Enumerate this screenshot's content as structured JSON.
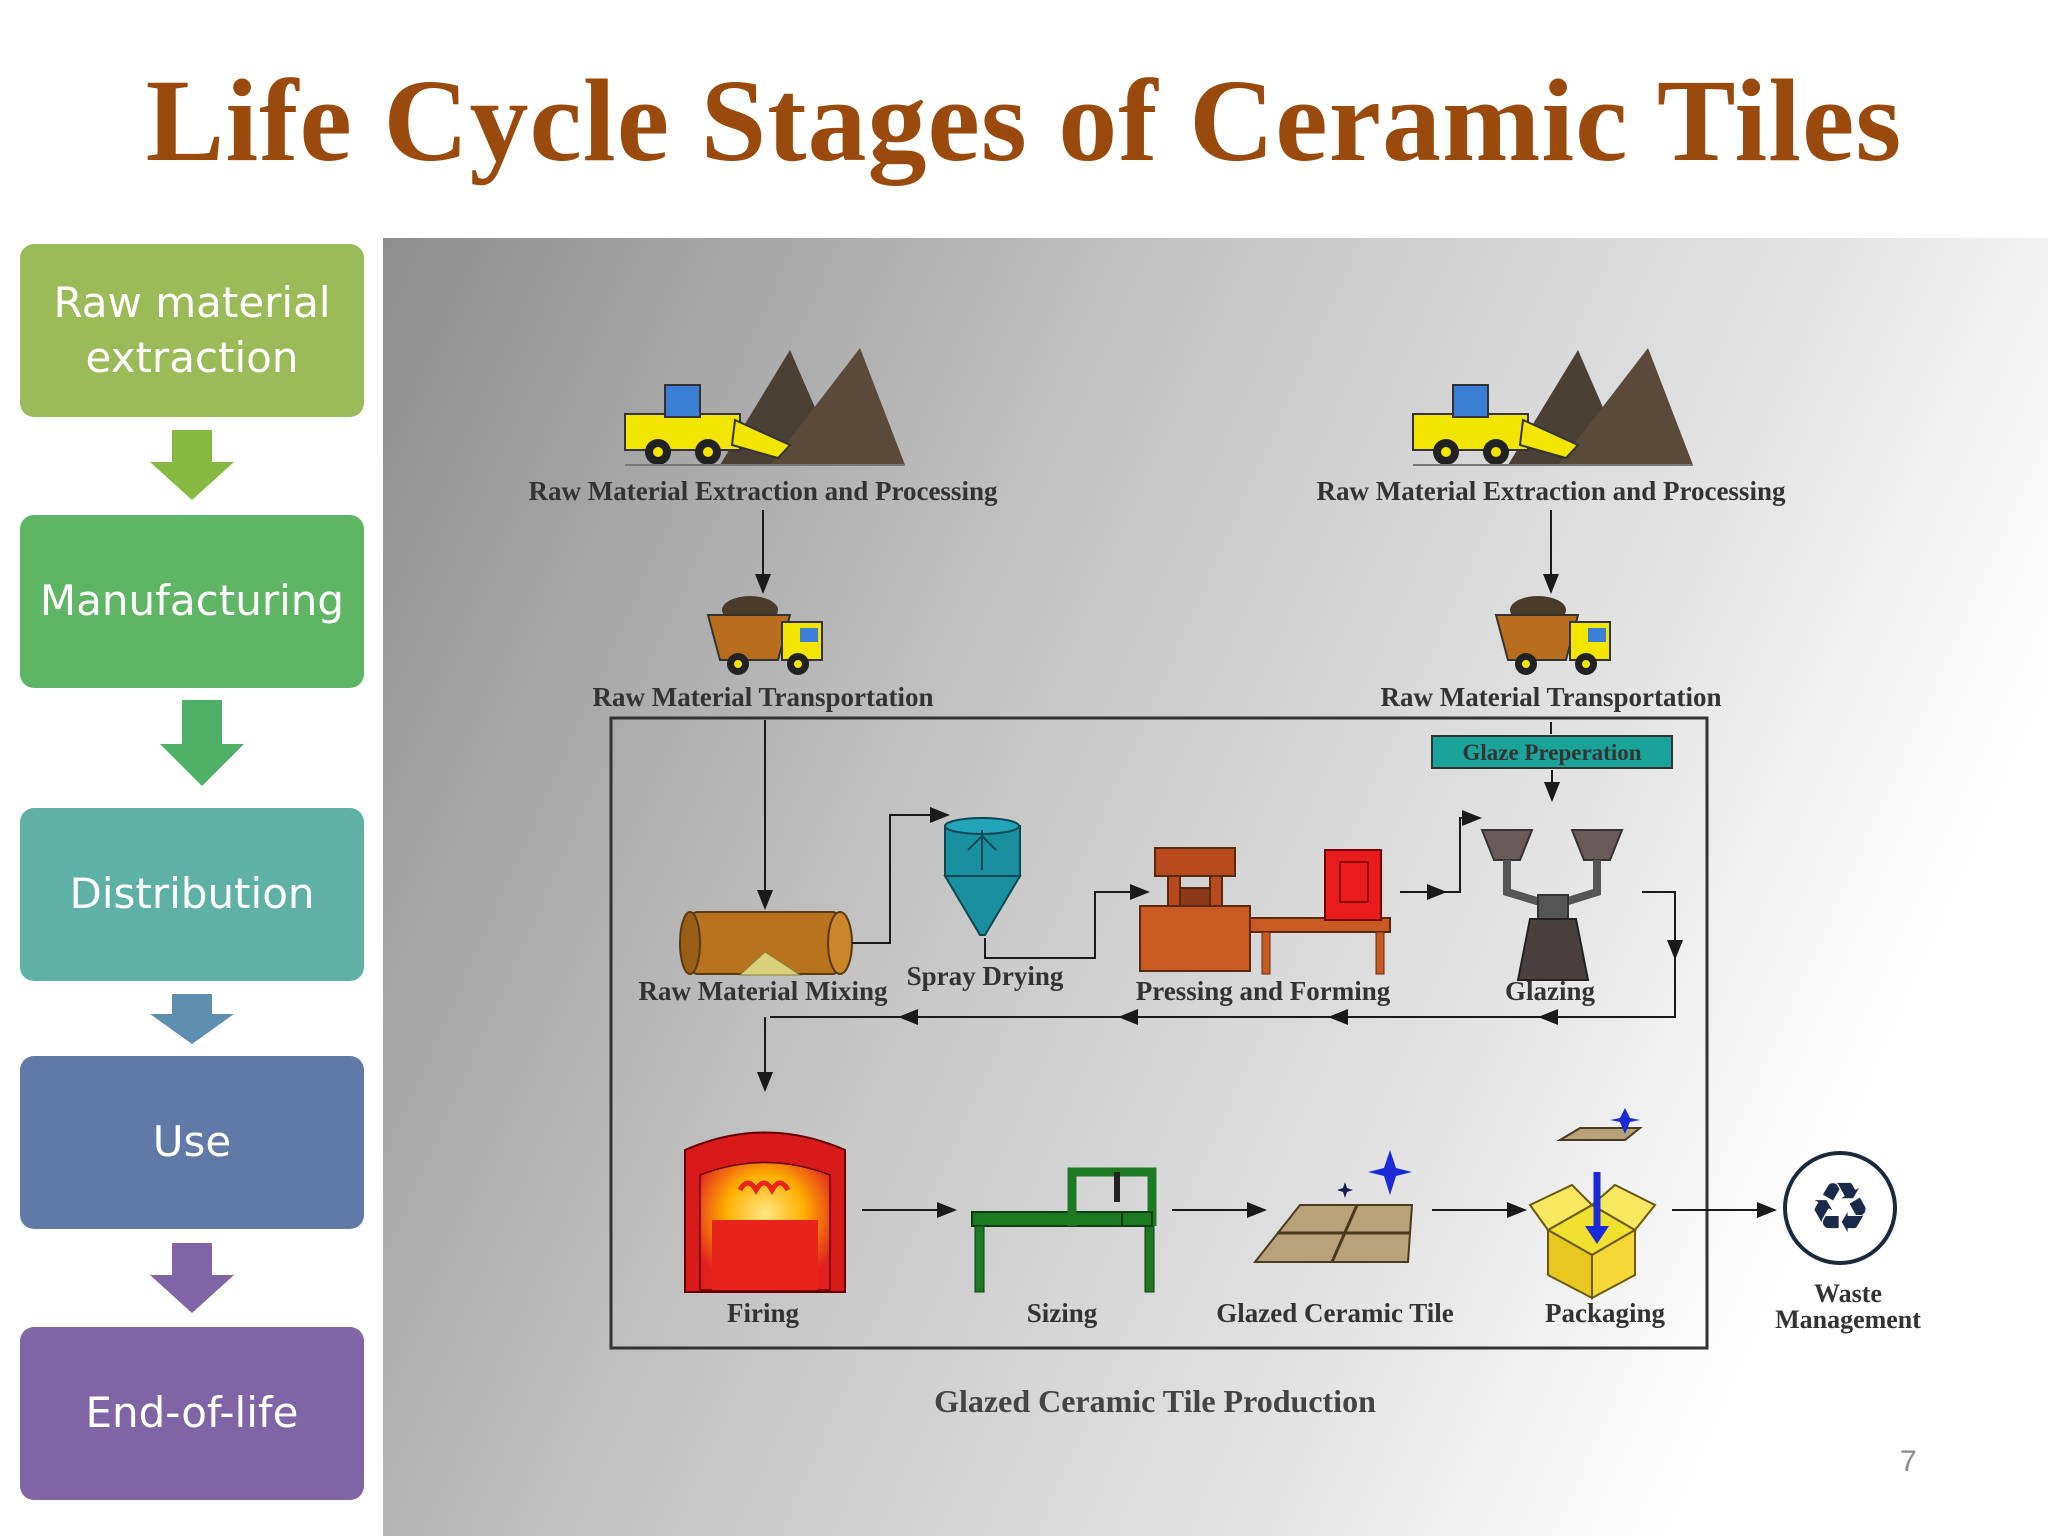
{
  "title": "Life Cycle Stages of Ceramic Tiles",
  "stages": [
    {
      "label": "Raw material\nextraction",
      "color": "#9bbb59"
    },
    {
      "label": "Manufacturing",
      "color": "#5eb564"
    },
    {
      "label": "Distribution",
      "color": "#5eb1a4"
    },
    {
      "label": "Use",
      "color": "#6079a7"
    },
    {
      "label": "End-of-life",
      "color": "#7f64a6"
    }
  ],
  "arrow_colors": [
    "#86b842",
    "#4eaf67",
    "#5e8fb1",
    "#7f64a6"
  ],
  "diagram": {
    "extraction_left": "Raw Material Extraction and Processing",
    "extraction_right": "Raw Material Extraction and Processing",
    "transport_left": "Raw Material Transportation",
    "transport_right": "Raw Material Transportation",
    "glaze_prep": "Glaze Preperation",
    "mixing": "Raw Material Mixing",
    "spray_drying": "Spray Drying",
    "pressing": "Pressing and Forming",
    "glazing": "Glazing",
    "firing": "Firing",
    "sizing": "Sizing",
    "glazed_tile": "Glazed Ceramic Tile",
    "packaging": "Packaging",
    "waste_1": "Waste",
    "waste_2": "Management",
    "caption": "Glazed Ceramic Tile Production"
  },
  "page_number": "7"
}
